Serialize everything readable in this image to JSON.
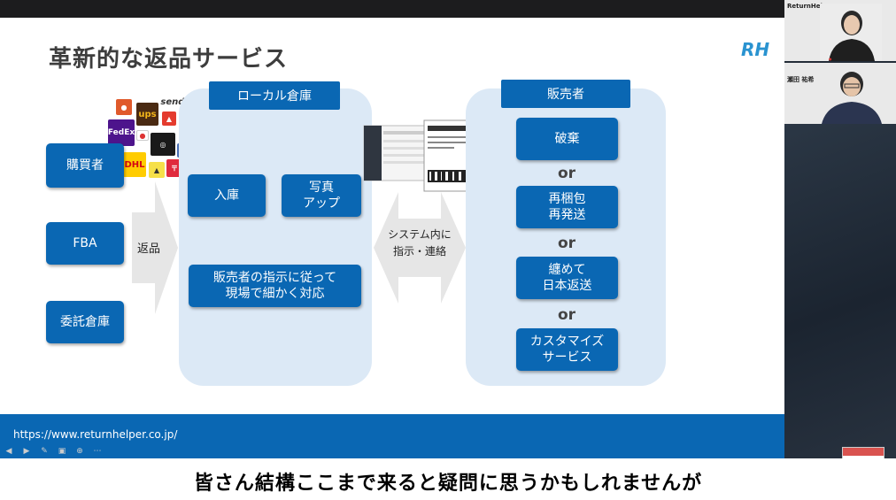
{
  "slide": {
    "title": "革新的な返品サービス",
    "logo_text": "RH",
    "sources": [
      {
        "label": "購買者"
      },
      {
        "label": "FBA"
      },
      {
        "label": "委託倉庫"
      }
    ],
    "return_label": "返品",
    "warehouse": {
      "heading": "ローカル倉庫",
      "intake": "入庫",
      "photo_upload": "写真\nアップ",
      "instruction": "販売者の指示に従って\n現場で細かく対応"
    },
    "system_label": "システム内に\n指示・連絡",
    "seller": {
      "heading": "販売者",
      "options": [
        "破棄",
        "再梱包\n再発送",
        "纏めて\n日本返送",
        "カスタマイズ\nサービス"
      ],
      "connector": "or"
    },
    "carrier_logos": [
      {
        "name": "sendle",
        "text": "sendle",
        "color": "#333333"
      },
      {
        "name": "ups",
        "text": "ups",
        "color": "#4a2a12"
      },
      {
        "name": "fedex",
        "text": "FedEx",
        "color": "#4d148c"
      },
      {
        "name": "dhl",
        "text": "DHL",
        "color": "#ffcc00"
      }
    ],
    "footer_url": "https://www.returnhelper.co.jp/"
  },
  "subtitle": "皆さん結構ここまで来ると疑問に思うかもしれませんが",
  "participants": {
    "tile1_brand": "ReturnHelper",
    "tile2_name": "瀬田 祐希"
  },
  "colors": {
    "accent": "#0a67b3",
    "panel": "#dce9f6"
  }
}
